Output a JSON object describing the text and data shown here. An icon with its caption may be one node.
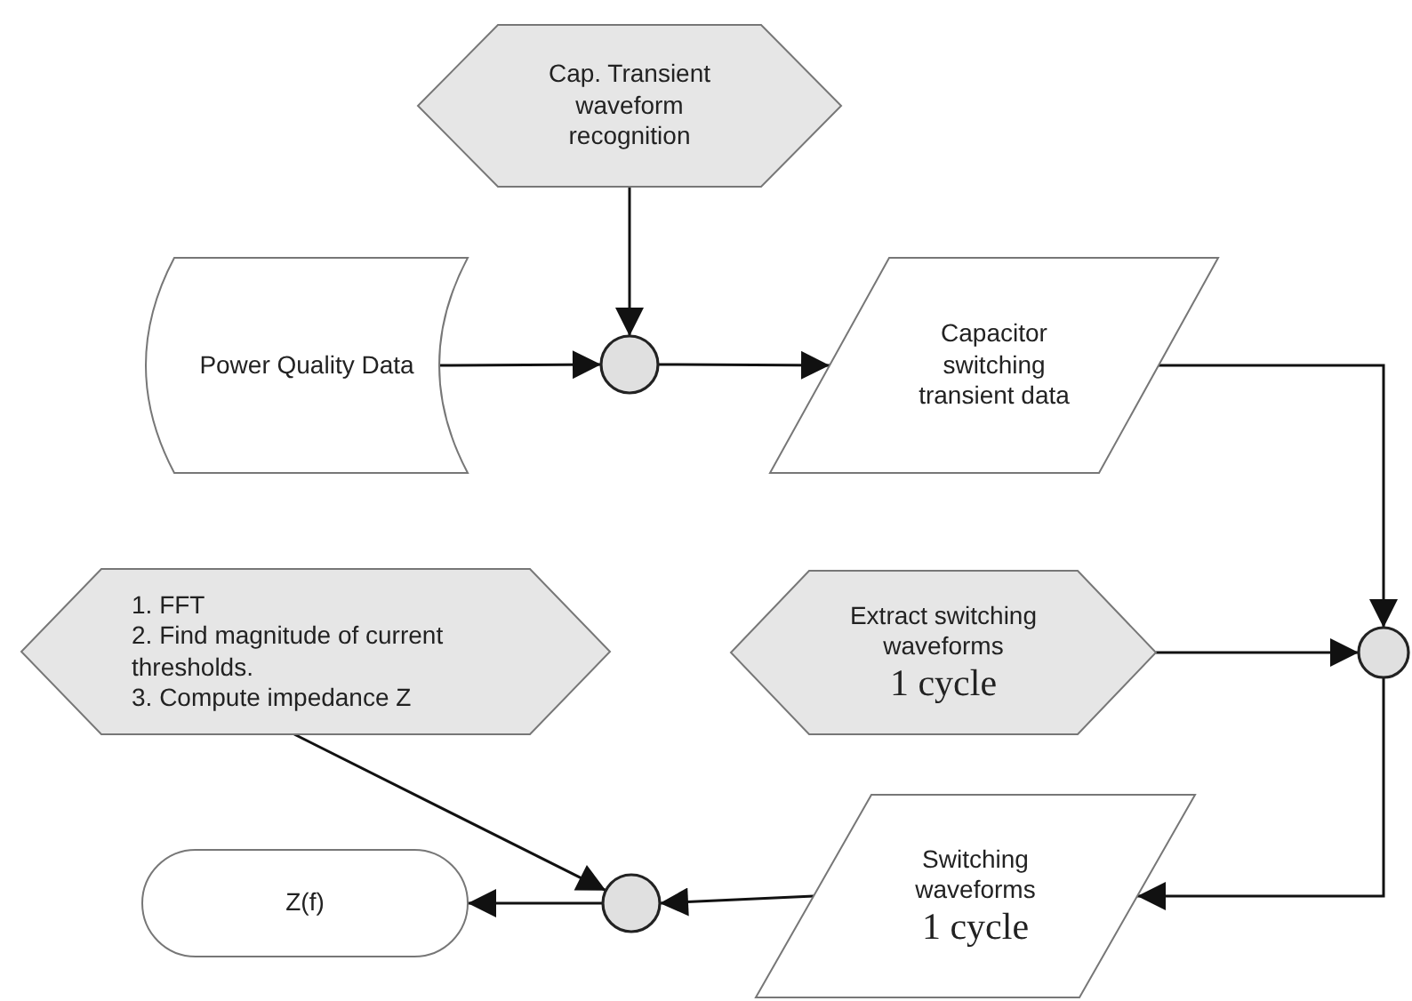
{
  "diagram": {
    "nodes": [
      {
        "text": [
          "Cap. Transient waveform recognition"
        ]
      },
      {
        "text": [
          "Power Quality Data"
        ]
      },
      {
        "text": [],
        "shape": "circle"
      },
      {
        "text": [
          "Capacitor switching transient data"
        ]
      },
      {
        "text": [
          "Extract switching waveforms",
          "1 cycle"
        ]
      },
      {
        "text": [],
        "shape": "circle"
      },
      {
        "text": [
          "1. FFT",
          "2. Find magnitude of current thresholds.",
          "3. Compute impedance Z"
        ]
      },
      {
        "text": [
          "Switching waveforms",
          "1 cycle"
        ]
      },
      {
        "text": [],
        "shape": "circle"
      },
      {
        "text": [
          "Z(f)"
        ]
      }
    ],
    "edges": [
      {
        "from": 0,
        "to": 2,
        "arrow": "to"
      },
      {
        "from": 1,
        "to": 2,
        "arrow": "to"
      },
      {
        "from": 2,
        "to": 3,
        "arrow": "to"
      },
      {
        "from": 3,
        "to": 5,
        "arrow": "to"
      },
      {
        "from": 4,
        "to": 5,
        "arrow": "to"
      },
      {
        "from": 5,
        "to": 7,
        "arrow": "to"
      },
      {
        "from": 6,
        "to": 8,
        "arrow": "to"
      },
      {
        "from": 7,
        "to": 8,
        "arrow": "to"
      },
      {
        "from": 8,
        "to": 9,
        "arrow": "to"
      }
    ]
  }
}
